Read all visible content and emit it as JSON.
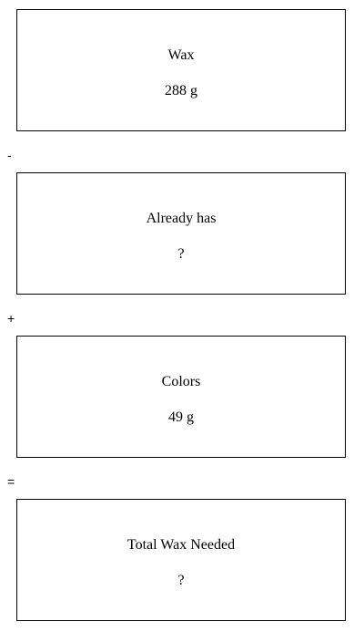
{
  "boxes": [
    {
      "label": "Wax",
      "value": "288 g"
    },
    {
      "label": "Already has",
      "value": "?"
    },
    {
      "label": "Colors",
      "value": "49 g"
    },
    {
      "label": "Total Wax Needed",
      "value": "?"
    }
  ],
  "operators": [
    "-",
    "+",
    "="
  ]
}
